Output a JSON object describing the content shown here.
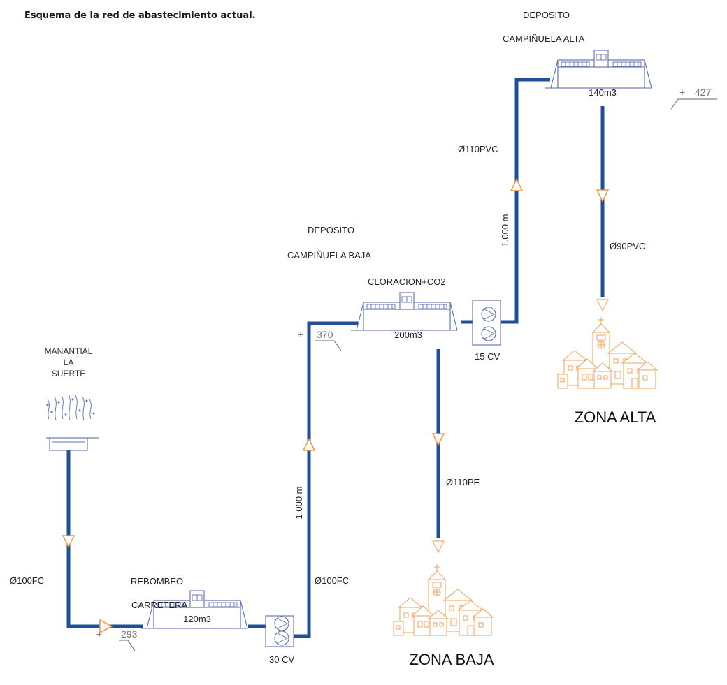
{
  "title": "Esquema de la red de abastecimiento actual.",
  "nodes": {
    "manantial": {
      "line1": "MANANTIAL",
      "line2": "LA",
      "line3": "SUERTE"
    },
    "rebombeo": {
      "line1": "REBOMBEO",
      "line2": "CARRETERA",
      "volume": "120m3",
      "power": "30 CV",
      "elevation_sign": "+",
      "elevation": "293"
    },
    "deposito_baja": {
      "line1": "DEPOSITO",
      "line2": "CAMPIÑUELA BAJA",
      "treatment": "CLORACION+CO2",
      "volume": "200m3",
      "power": "15 CV",
      "elevation_sign": "+",
      "elevation": "370"
    },
    "deposito_alta": {
      "line1": "DEPOSITO",
      "line2": "CAMPIÑUELA ALTA",
      "volume": "140m3",
      "elevation_sign": "+",
      "elevation": "427"
    }
  },
  "pipes": {
    "manantial_rebombeo": "Ø100FC",
    "rebombeo_baja": "Ø100FC",
    "rebombeo_baja_length": "1.000 m",
    "baja_alta": "Ø110PVC",
    "baja_alta_length": "1.000 m",
    "alta_zona": "Ø90PVC",
    "baja_zona": "Ø110PE"
  },
  "zones": {
    "alta": "ZONA ALTA",
    "baja": "ZONA BAJA"
  },
  "colors": {
    "pipe": "#1f4f96",
    "building": "#5b6fb0",
    "arrow": "#f29a4a",
    "town": "#f0a868"
  }
}
